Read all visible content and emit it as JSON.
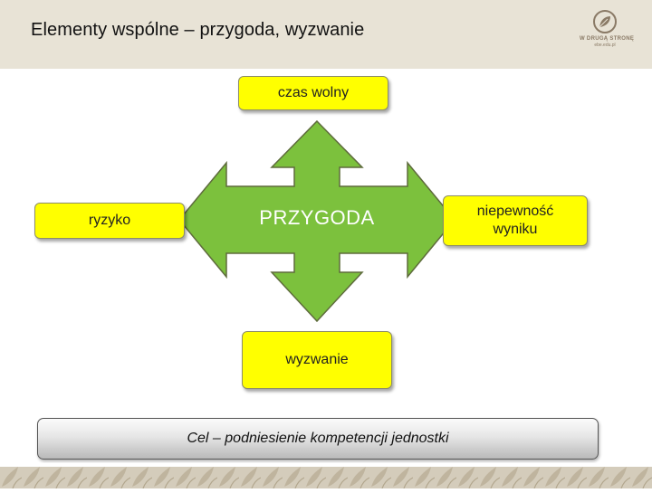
{
  "header": {
    "title": "Elementy wspólne – przygoda, wyzwanie",
    "logo": {
      "icon": "leaf-circle-icon",
      "brand": "W DRUGĄ STRONĘ",
      "site": "ebe.edu.pl"
    }
  },
  "diagram": {
    "center": "PRZYGODA",
    "top": "czas wolny",
    "left": "ryzyko",
    "right": "niepewność wyniku",
    "bottom": "wyzwanie",
    "goal": "Cel – podniesienie kompetencji jednostki"
  },
  "colors": {
    "box_fill": "#ffff00",
    "arrow_fill": "#7cc13d",
    "arrow_stroke": "#5e6b3c",
    "header_bg": "#e8e3d6"
  }
}
